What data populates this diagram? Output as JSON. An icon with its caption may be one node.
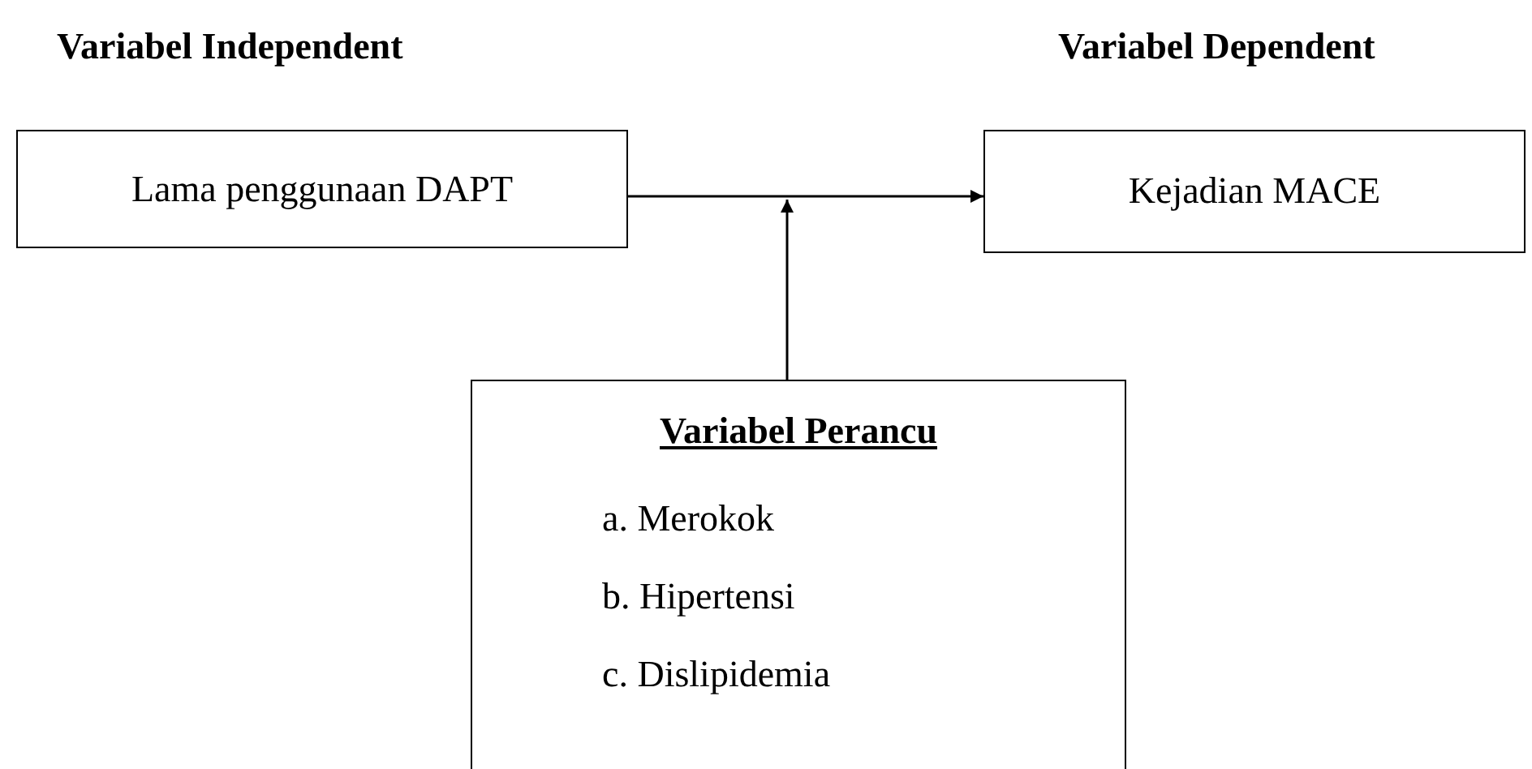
{
  "diagram": {
    "nodes": [
      {
        "text": [
          "Lama penggunaan DAPT"
        ]
      },
      {
        "text": [
          "Kejadian MACE"
        ]
      },
      {
        "text": [
          "Variabel Perancu",
          "a. Merokok",
          "b. Hipertensi",
          "c. Dislipidemia"
        ]
      }
    ],
    "edges": [
      {
        "from": 0,
        "to": 1,
        "arrow": "to"
      },
      {
        "from": 2,
        "to": null,
        "arrow": "to"
      }
    ],
    "labels": [
      "Variabel Independent",
      "Variabel Dependent"
    ]
  }
}
